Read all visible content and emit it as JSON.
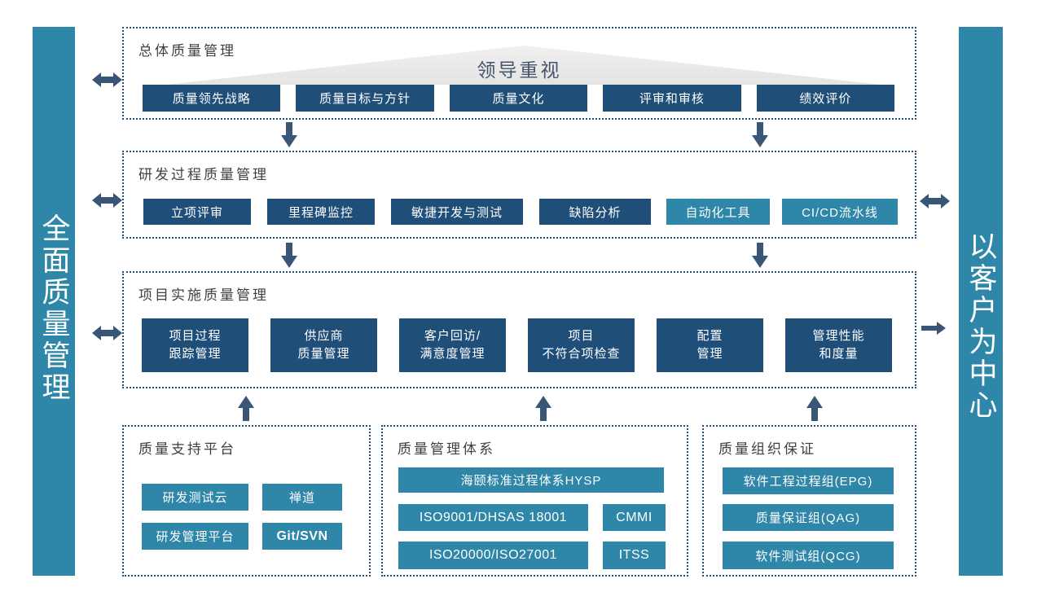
{
  "left_banner": {
    "text": "全面质量管理"
  },
  "right_banner": {
    "text": "以客户为中心"
  },
  "sections": {
    "overall": {
      "title": "总体质量管理",
      "banner": "领导重视",
      "items": [
        "质量领先战略",
        "质量目标与方针",
        "质量文化",
        "评审和审核",
        "绩效评价"
      ]
    },
    "rd_process": {
      "title": "研发过程质量管理",
      "items": [
        "立项评审",
        "里程碑监控",
        "敏捷开发与测试",
        "缺陷分析",
        "自动化工具",
        "CI/CD流水线"
      ]
    },
    "project_impl": {
      "title": "项目实施质量管理",
      "items": [
        {
          "line1": "项目过程",
          "line2": "跟踪管理"
        },
        {
          "line1": "供应商",
          "line2": "质量管理"
        },
        {
          "line1": "客户回访/",
          "line2": "满意度管理"
        },
        {
          "line1": "项目",
          "line2": "不符合项检查"
        },
        {
          "line1": "配置",
          "line2": "管理"
        },
        {
          "line1": "管理性能",
          "line2": "和度量"
        }
      ]
    },
    "support_platform": {
      "title": "质量支持平台",
      "items": [
        "研发测试云",
        "禅道",
        "研发管理平台",
        "Git/SVN"
      ]
    },
    "mgmt_system": {
      "title": "质量管理体系",
      "wide_item": "海颐标准过程体系HYSP",
      "items": [
        "ISO9001/DHSAS 18001",
        "CMMI",
        "ISO20000/ISO27001",
        "ITSS"
      ]
    },
    "org_assurance": {
      "title": "质量组织保证",
      "items": [
        "软件工程过程组(EPG)",
        "质量保证组(QAG)",
        "软件测试组(QCG)"
      ]
    }
  },
  "colors": {
    "navy_pill": "#1f4e79",
    "teal_pill": "#2e86a8",
    "side_banner": "#2e86a8",
    "dotted_border": "#1f4e79",
    "arrow": "#3a5676",
    "triangle_bg": "#ececec",
    "triangle_text": "#44546a",
    "section_title_text": "#404040"
  }
}
